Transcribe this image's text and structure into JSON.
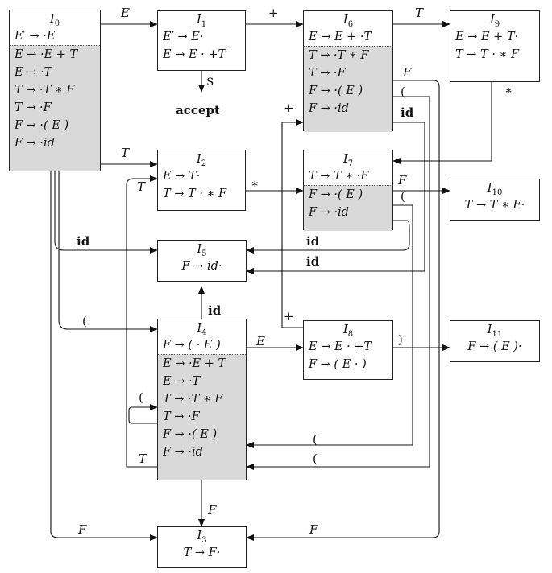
{
  "states": {
    "I0": {
      "name": "I",
      "sub": "0",
      "kernel": [
        "E′ → ·E"
      ],
      "closure": [
        "E → ·E + T",
        "E → ·T",
        "T → ·T ∗ F",
        "T → ·F",
        "F → ·( E )",
        "F → ·id"
      ]
    },
    "I1": {
      "name": "I",
      "sub": "1",
      "kernel": [
        "E′ → E·",
        "E → E · +T"
      ]
    },
    "I2": {
      "name": "I",
      "sub": "2",
      "kernel": [
        "E → T·",
        "T → T · ∗ F"
      ]
    },
    "I3": {
      "name": "I",
      "sub": "3",
      "kernel": [
        "T → F·"
      ]
    },
    "I4": {
      "name": "I",
      "sub": "4",
      "kernel": [
        "F → ( · E )"
      ],
      "closure": [
        "E → ·E + T",
        "E → ·T",
        "T → ·T ∗ F",
        "T → ·F",
        "F → ·( E )",
        "F → ·id"
      ]
    },
    "I5": {
      "name": "I",
      "sub": "5",
      "kernel": [
        "F → id·"
      ]
    },
    "I6": {
      "name": "I",
      "sub": "6",
      "kernel": [
        "E → E + ·T"
      ],
      "closure": [
        "T → ·T ∗ F",
        "T → ·F",
        "F → ·( E )",
        "F → ·id"
      ]
    },
    "I7": {
      "name": "I",
      "sub": "7",
      "kernel": [
        "T → T ∗ ·F"
      ],
      "closure": [
        "F → ·( E )",
        "F → ·id"
      ]
    },
    "I8": {
      "name": "I",
      "sub": "8",
      "kernel": [
        "E → E · +T",
        "F → ( E · )"
      ]
    },
    "I9": {
      "name": "I",
      "sub": "9",
      "kernel": [
        "E → E + T·",
        "T → T · ∗ F"
      ]
    },
    "I10": {
      "name": "I",
      "sub": "10",
      "kernel": [
        "T → T ∗ F·"
      ]
    },
    "I11": {
      "name": "I",
      "sub": "11",
      "kernel": [
        "F → ( E )·"
      ]
    }
  },
  "accept_label": "accept",
  "edge_labels": {
    "e_0_1": "E",
    "e_1_6": "+",
    "e_6_9": "T",
    "e_1_acc": "$",
    "e_0_2": "T",
    "e_2_7": "∗",
    "e_9_7": "∗",
    "e_7_10": "F",
    "e_0_5": "id",
    "e_7_5": "id",
    "e_6_5": "id",
    "e_4_5": "id",
    "e_0_4": "(",
    "e_4_8": "E",
    "e_8_11": ")",
    "e_8_6": "+",
    "e_4_4": "(",
    "e_4_2": "T",
    "e_4_3": "F",
    "e_0_3": "F",
    "e_6_3": "F",
    "e_6_4": "(",
    "e_6_id": "id",
    "e_6_plus": "+",
    "e_7_4": "(",
    "e_2_T": "T"
  }
}
